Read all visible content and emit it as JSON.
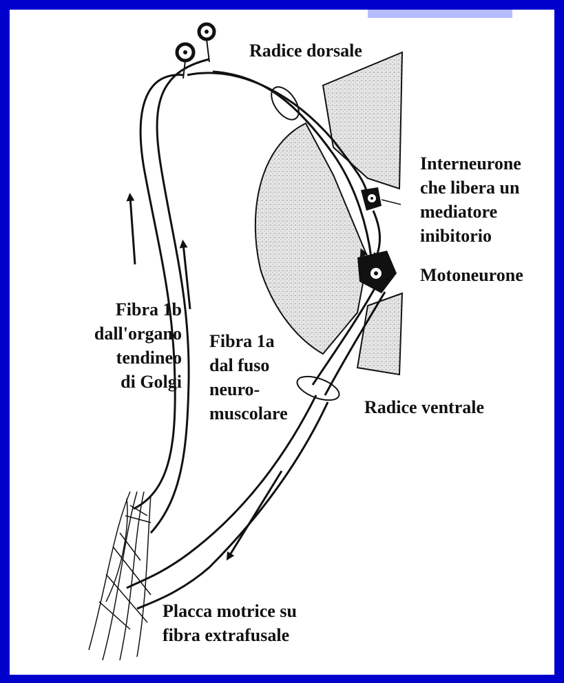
{
  "labels": {
    "radice_dorsale": "Radice dorsale",
    "interneurone": [
      "Interneurone",
      "che libera un",
      "mediatore",
      "inibitorio"
    ],
    "motoneurone": "Motoneurone",
    "fibra_1b": [
      "Fibra 1b",
      "dall'organo",
      "tendineo",
      "di Golgi"
    ],
    "fibra_1a": [
      "Fibra 1a",
      "dal fuso",
      "neuro-",
      "muscolare"
    ],
    "radice_ventrale": "Radice ventrale",
    "placca": [
      "Placca motrice su",
      "fibra extrafusale"
    ]
  },
  "colors": {
    "border": "#0000cc",
    "background": "#ffffff",
    "ink": "#111111",
    "grey_matter": "#dcdcdc"
  }
}
